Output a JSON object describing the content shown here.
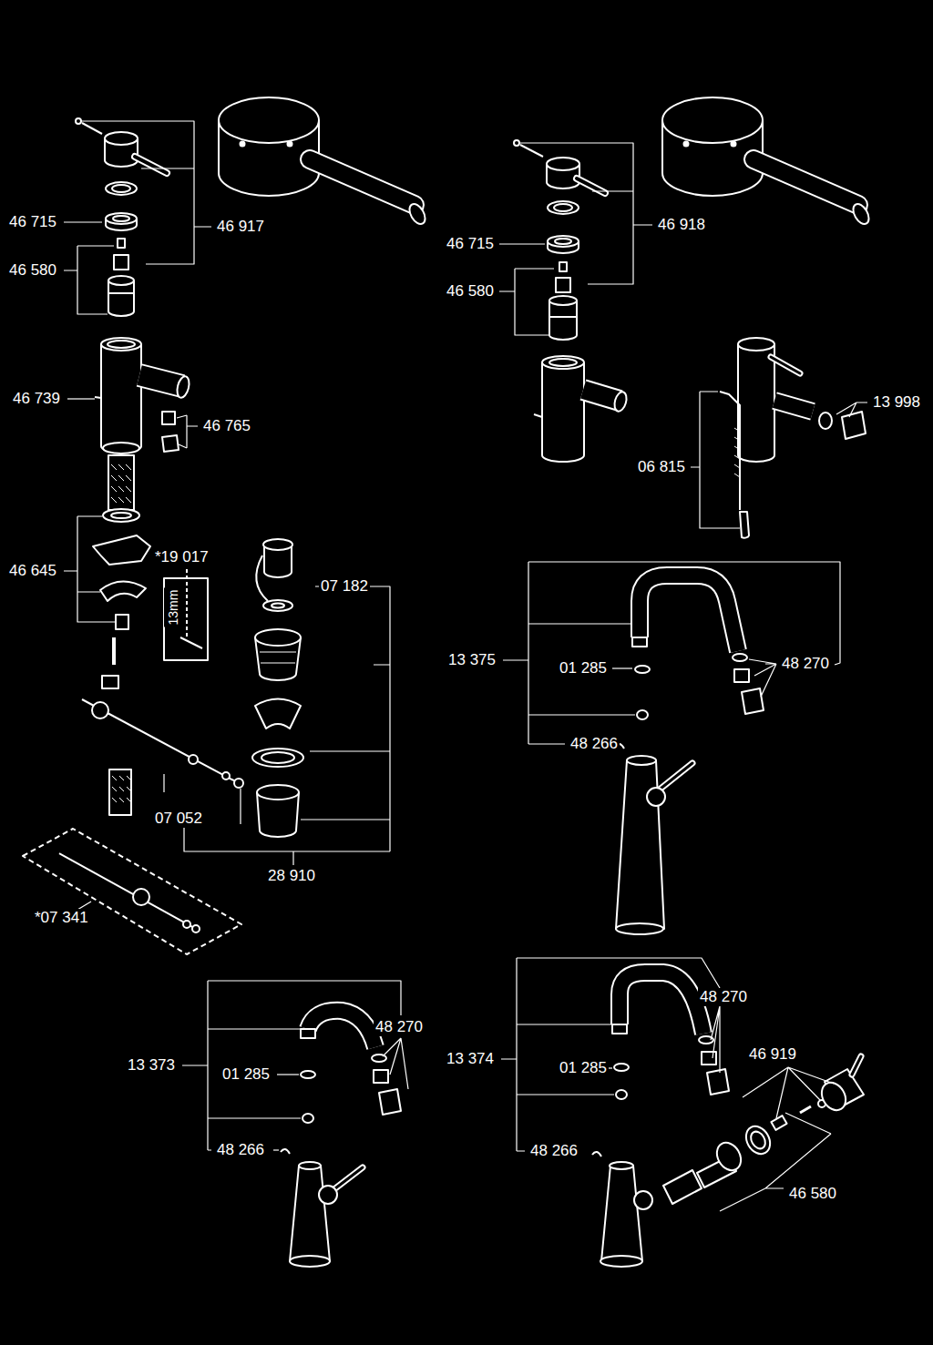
{
  "diagram": {
    "labels": [
      "46 715",
      "46 917",
      "46 580",
      "46 739",
      "46 765",
      "46 645",
      "*19 017",
      "13mm",
      "07 182",
      "07 052",
      "28 910",
      "*07 341",
      "46 715",
      "46 918",
      "46 580",
      "13 998",
      "06 815",
      "13 375",
      "01 285",
      "48 270",
      "48 266",
      "48 270",
      "13 373",
      "01 285",
      "48 266",
      "48 270",
      "46 919",
      "13 374",
      "01 285",
      "48 266",
      "46 580"
    ]
  }
}
